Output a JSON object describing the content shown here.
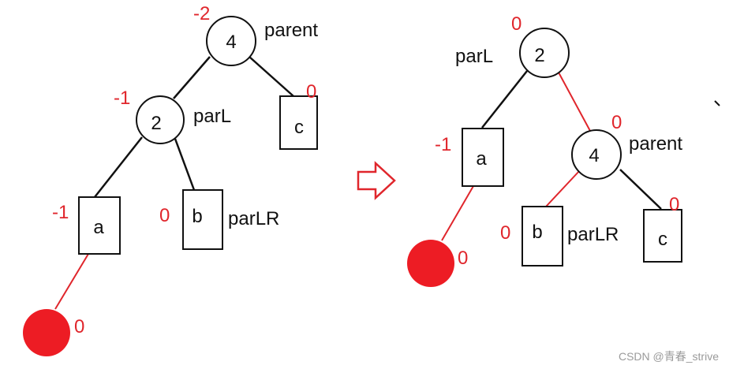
{
  "colors": {
    "line_black": "#111111",
    "line_red": "#e0262c",
    "node_fill": "#ffffff",
    "red_dot": "#ed1c24",
    "arrow": "#e0262c",
    "watermark": "#9a9a9a"
  },
  "before": {
    "node_4": {
      "value": "4",
      "label": "parent",
      "bf": "-2"
    },
    "node_2": {
      "value": "2",
      "label": "parL",
      "bf": "-1"
    },
    "box_c": {
      "value": "c",
      "bf": "0"
    },
    "box_a": {
      "value": "a",
      "bf": "-1"
    },
    "box_b": {
      "value": "b",
      "label": "parLR",
      "bf": "0"
    },
    "red_node": {
      "bf": "0"
    }
  },
  "after": {
    "node_2": {
      "value": "2",
      "label": "parL",
      "bf": "0"
    },
    "node_4": {
      "value": "4",
      "label": "parent",
      "bf": "0"
    },
    "box_a": {
      "value": "a",
      "bf": "-1"
    },
    "box_b": {
      "value": "b",
      "label": "parLR",
      "bf": "0"
    },
    "box_c": {
      "value": "c",
      "bf": "0"
    },
    "red_node": {
      "bf": "0"
    }
  },
  "watermark": "CSDN @青春_strive"
}
